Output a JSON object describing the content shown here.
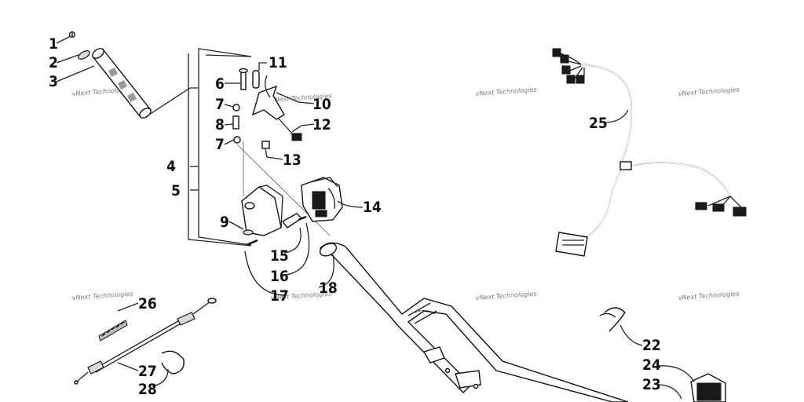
{
  "watermark": "vNext Technologies",
  "callouts": [
    {
      "id": "c1",
      "label": "1"
    },
    {
      "id": "c2",
      "label": "2"
    },
    {
      "id": "c3",
      "label": "3"
    },
    {
      "id": "c4",
      "label": "4"
    },
    {
      "id": "c5",
      "label": "5"
    },
    {
      "id": "c6",
      "label": "6"
    },
    {
      "id": "c7a",
      "label": "7"
    },
    {
      "id": "c7b",
      "label": "7"
    },
    {
      "id": "c8",
      "label": "8"
    },
    {
      "id": "c9",
      "label": "9"
    },
    {
      "id": "c10",
      "label": "10"
    },
    {
      "id": "c11",
      "label": "11"
    },
    {
      "id": "c12",
      "label": "12"
    },
    {
      "id": "c13",
      "label": "13"
    },
    {
      "id": "c14",
      "label": "14"
    },
    {
      "id": "c15",
      "label": "15"
    },
    {
      "id": "c16",
      "label": "16"
    },
    {
      "id": "c17",
      "label": "17"
    },
    {
      "id": "c18",
      "label": "18"
    },
    {
      "id": "c22",
      "label": "22"
    },
    {
      "id": "c23",
      "label": "23"
    },
    {
      "id": "c24",
      "label": "24"
    },
    {
      "id": "c25",
      "label": "25"
    },
    {
      "id": "c26",
      "label": "26"
    },
    {
      "id": "c27",
      "label": "27"
    },
    {
      "id": "c28",
      "label": "28"
    }
  ]
}
